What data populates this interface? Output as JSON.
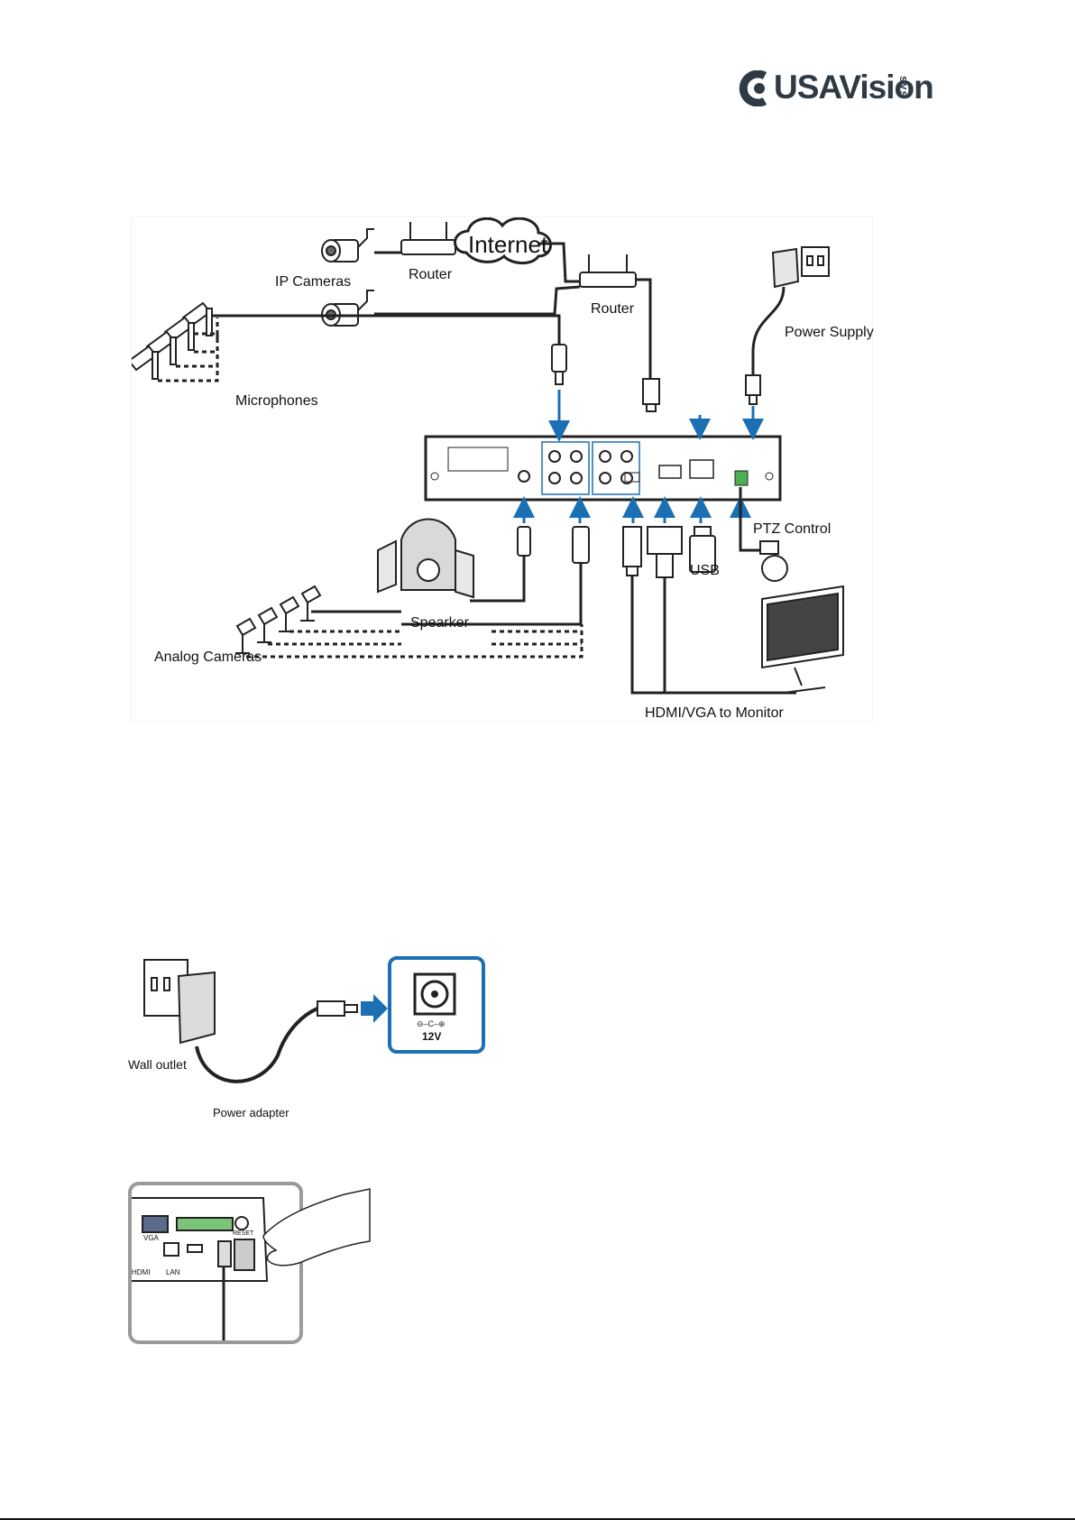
{
  "logo": {
    "text": "USAVision",
    "suffix": "sys"
  },
  "connection_diagram": {
    "labels": {
      "ip_cameras": "IP Cameras",
      "router_left": "Router",
      "internet": "Internet",
      "router_right": "Router",
      "power_supply": "Power Supply",
      "microphones": "Microphones",
      "ptz_control": "PTZ Control",
      "usb": "USB",
      "speaker": "Spearker",
      "analog_cameras": "Analog Cameras",
      "monitor": "HDMI/VGA to Monitor"
    }
  },
  "power_diagram": {
    "labels": {
      "wall_outlet": "Wall outlet",
      "power_adapter": "Power adapter",
      "jack_voltage": "12V"
    }
  },
  "press_diagram": {
    "labels": {
      "vga": "VGA",
      "hdmi": "HDMI",
      "lan": "LAN",
      "reset": "RESET"
    }
  },
  "colors": {
    "accent_blue": "#1b6fb3",
    "line": "#111111",
    "logo": "#2f3a44"
  }
}
